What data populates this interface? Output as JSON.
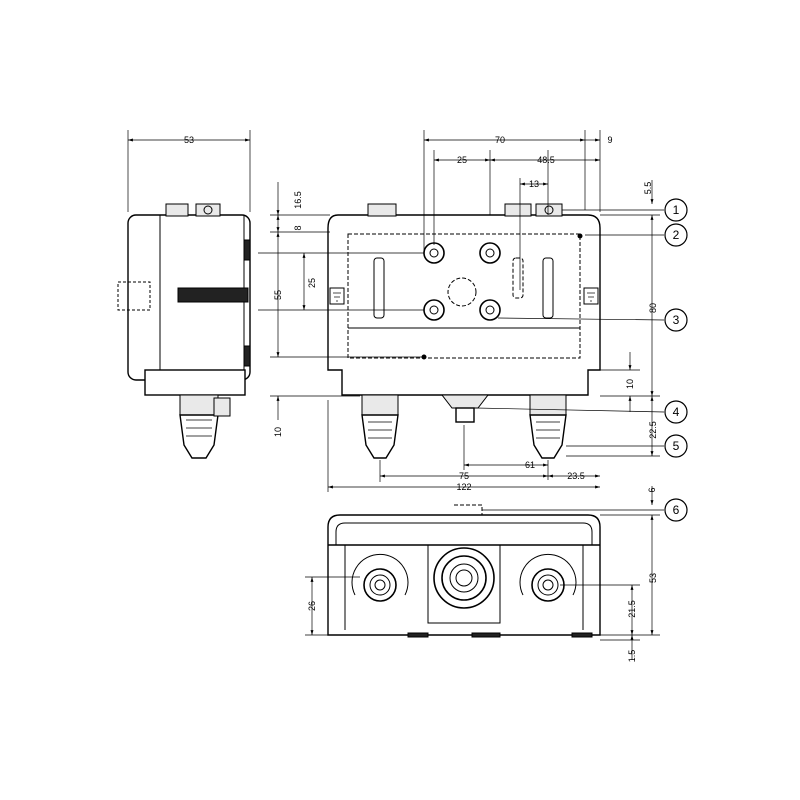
{
  "dimensions": {
    "side_width": "53",
    "top_overall": "70",
    "top_right": "9",
    "top_25": "25",
    "top_48_5": "48.5",
    "top_13": "13",
    "right_5_5": "5.5",
    "left_16_5": "16.5",
    "left_8": "8",
    "left_55": "55",
    "left_25": "25",
    "right_80": "80",
    "right_10": "10",
    "right_22_5": "22.5",
    "left_10": "10",
    "bottom_61": "61",
    "bottom_75": "75",
    "bottom_23_5": "23.5",
    "bottom_122": "122",
    "lower_right_6": "6",
    "lower_right_53": "53",
    "lower_left_26": "26",
    "lower_right_21_5": "21.5",
    "lower_right_1_5": "1.5"
  },
  "callouts": [
    "1",
    "2",
    "3",
    "4",
    "5",
    "6"
  ],
  "icons": {
    "ground_symbol": "earth-ground-icon"
  }
}
